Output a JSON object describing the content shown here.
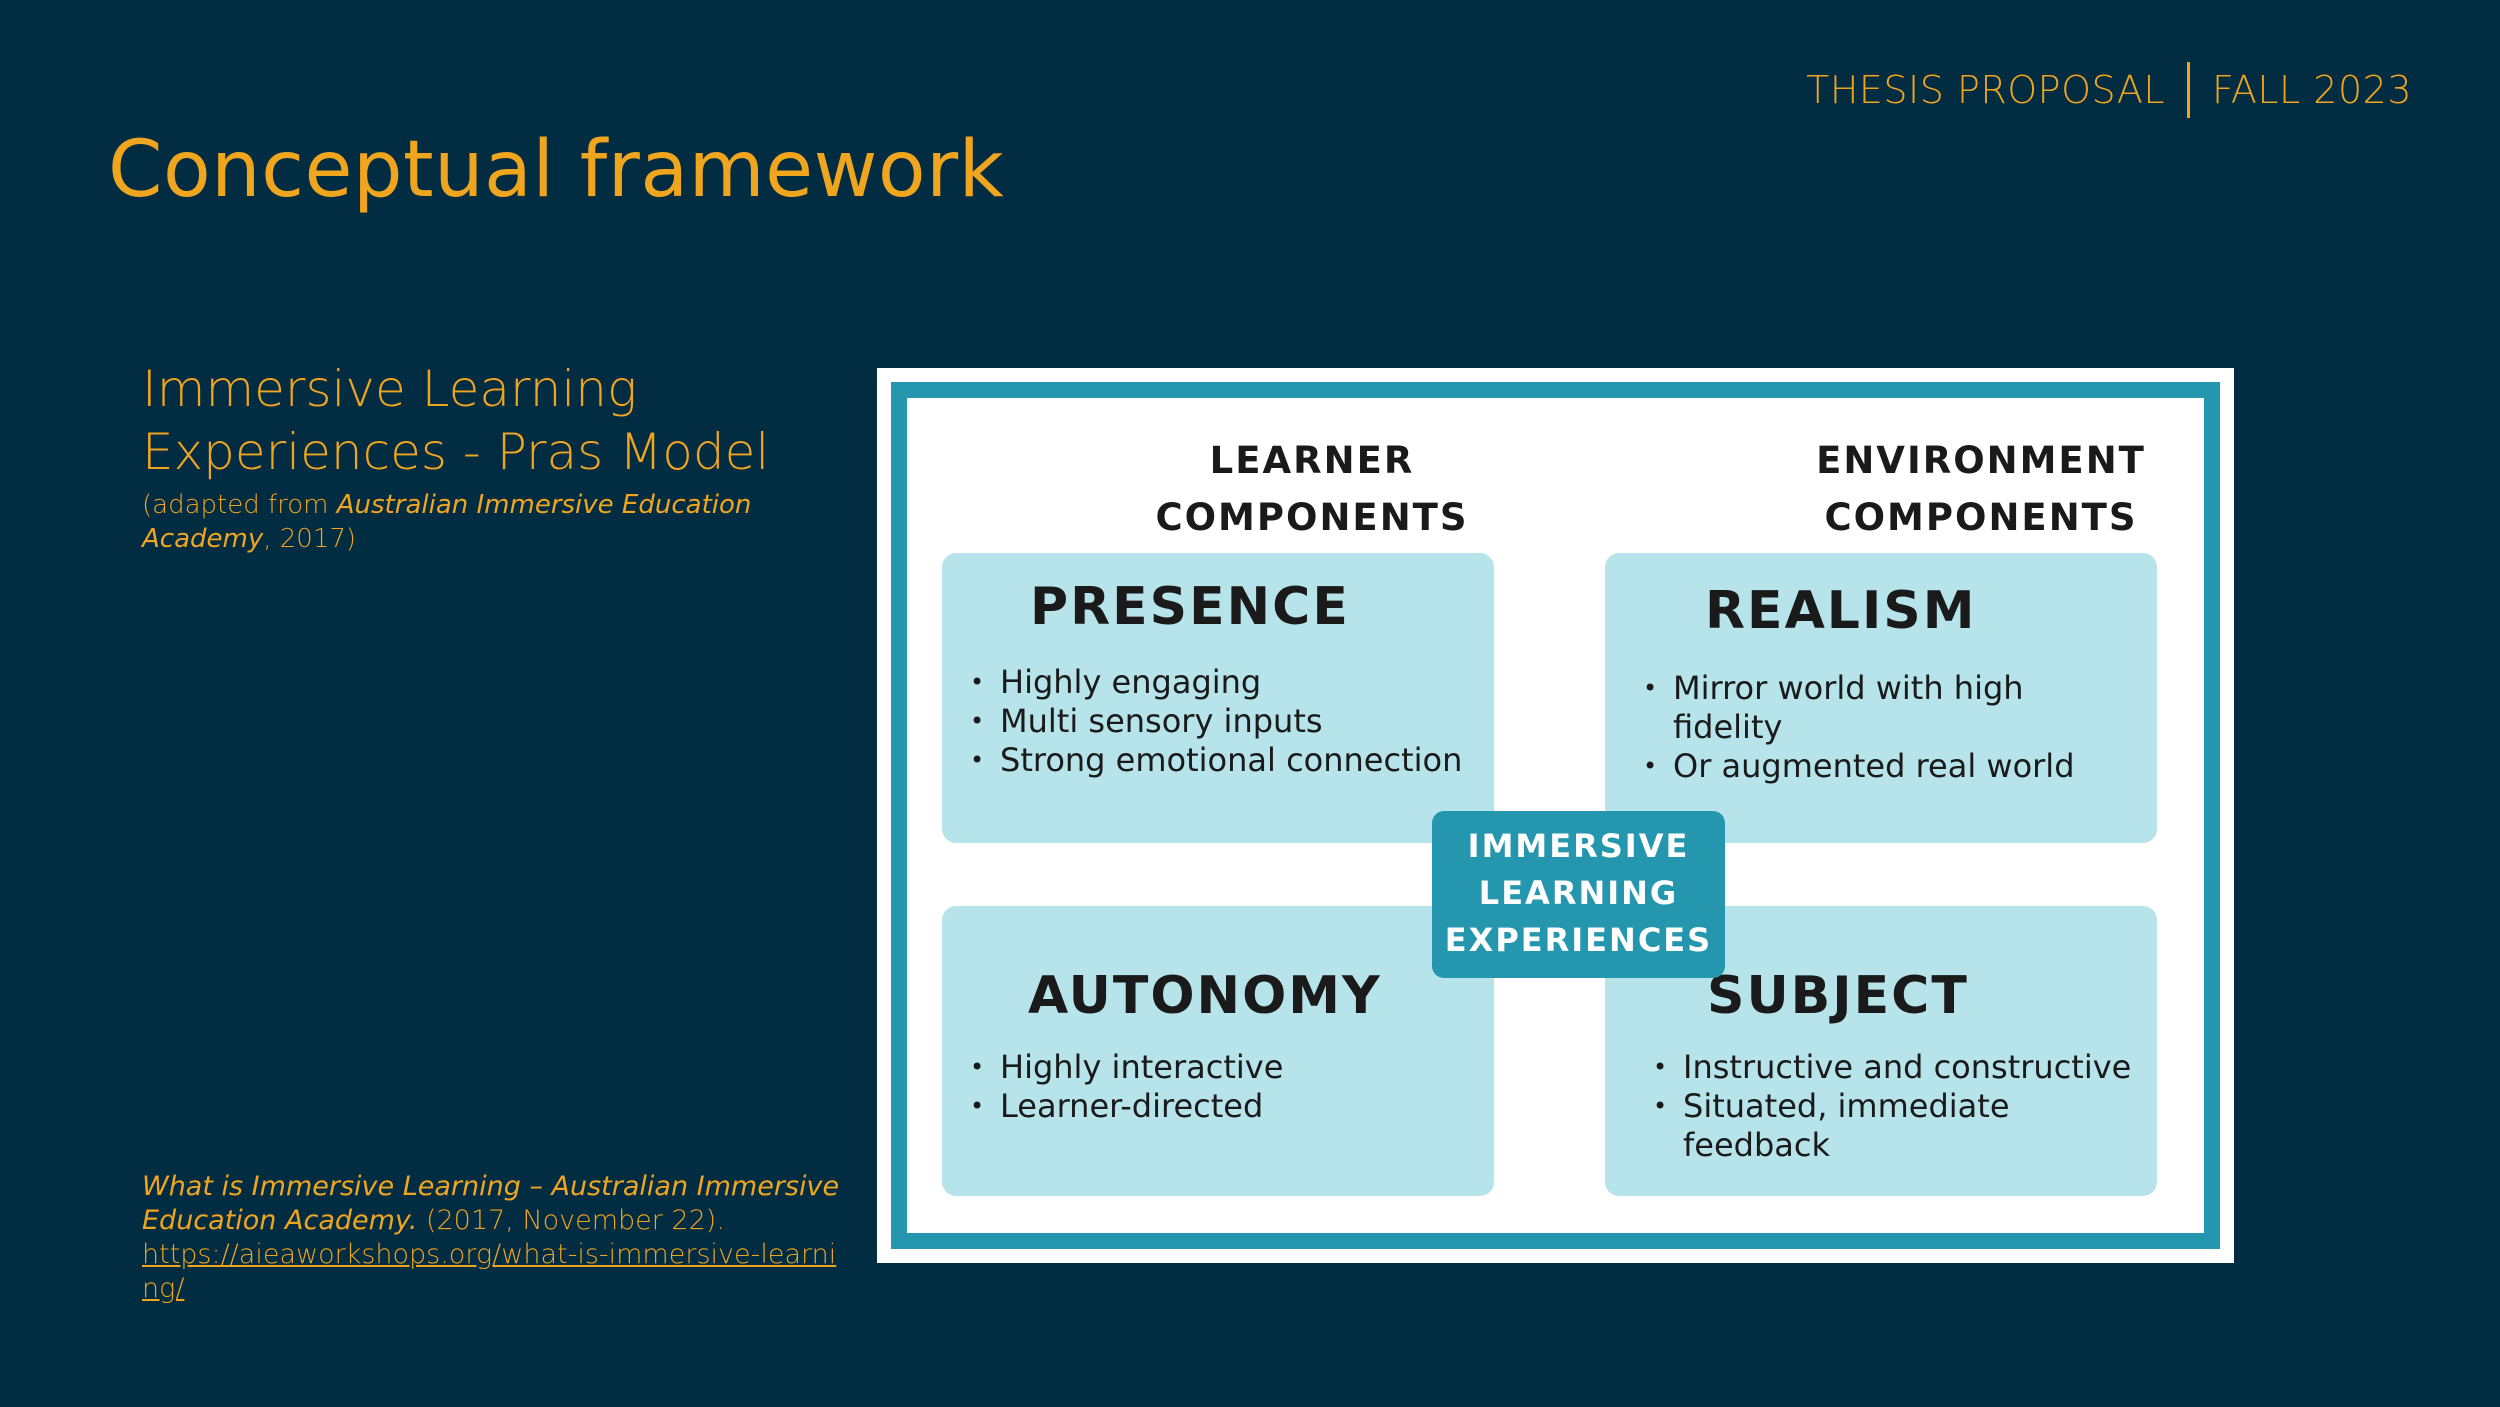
{
  "header": {
    "left_label": "THESIS PROPOSAL",
    "right_label": "FALL 2023"
  },
  "title": "Conceptual framework",
  "left_panel": {
    "subtitle_line1": "Immersive Learning",
    "subtitle_line2": "Experiences - Pras Model",
    "source_prefix": "(adapted from ",
    "source_italic": "Australian Immersive Education Academy",
    "source_suffix": ", 2017)"
  },
  "reference": {
    "italic_title": "What is Immersive Learning – Australian Immersive Education Academy.",
    "date": " (2017, November 22).",
    "url": "https://aieaworkshops.org/what-is-immersive-learning/"
  },
  "framework": {
    "learner_header": [
      "LEARNER",
      "COMPONENTS"
    ],
    "environment_header": [
      "ENVIRONMENT",
      "COMPONENTS"
    ],
    "center_label": [
      "IMMERSIVE",
      "LEARNING",
      "EXPERIENCES"
    ],
    "colors": {
      "accent": "#2496ad",
      "quadrant_fill": "#b6e4ea"
    },
    "quadrants": {
      "presence": {
        "title": "PRESENCE",
        "bullets": [
          "Highly engaging",
          "Multi sensory inputs",
          "Strong emotional connection"
        ]
      },
      "realism": {
        "title": "REALISM",
        "bullets": [
          "Mirror world with high fidelity",
          "Or augmented real world"
        ]
      },
      "autonomy": {
        "title": "AUTONOMY",
        "bullets": [
          "Highly interactive",
          "Learner-directed"
        ]
      },
      "subject": {
        "title": "SUBJECT",
        "bullets": [
          "Instructive and constructive",
          "Situated, immediate feedback"
        ]
      }
    }
  }
}
